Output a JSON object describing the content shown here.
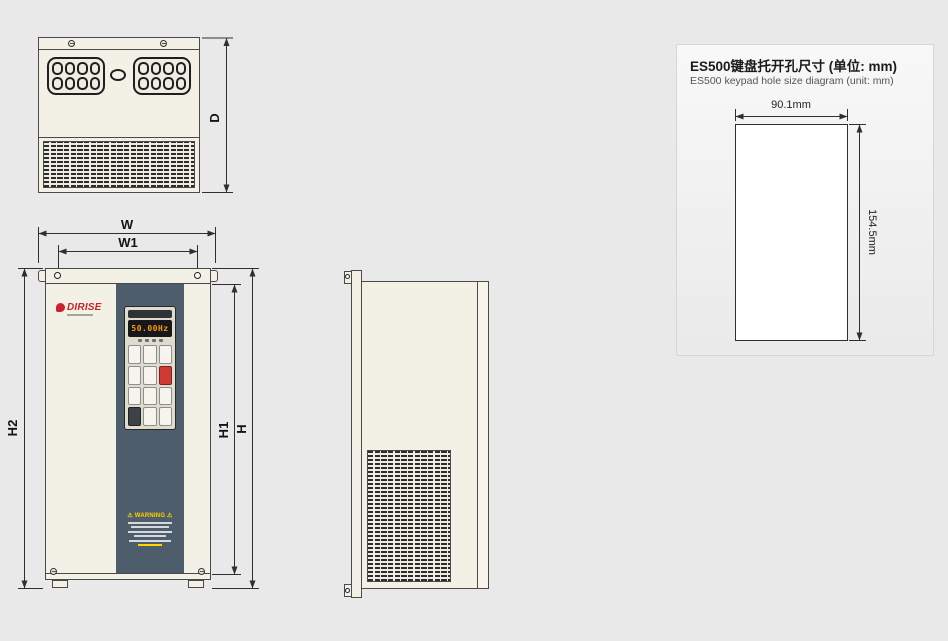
{
  "page": {
    "background": "#e9e9e9"
  },
  "labels": {
    "dim_d": "D",
    "dim_w": "W",
    "dim_w1": "W1",
    "dim_h": "H",
    "dim_h1": "H1",
    "dim_h2": "H2"
  },
  "front_panel": {
    "brand": "DIRISE",
    "display_value": "50.00Hz",
    "warning_title": "⚠ WARNING ⚠"
  },
  "keypad_hole_panel": {
    "title_zh": "ES500键盘托开孔尺寸 (单位: mm)",
    "title_en": "ES500 keypad hole size diagram (unit: mm)",
    "width_label": "90.1mm",
    "height_label": "154.5mm"
  },
  "colors": {
    "brand_red": "#c8232c",
    "panel_slate": "#4e5d6b",
    "display_amber": "#ff9d00",
    "warning_yellow": "#ffd400",
    "line": "#2f2f2f"
  }
}
